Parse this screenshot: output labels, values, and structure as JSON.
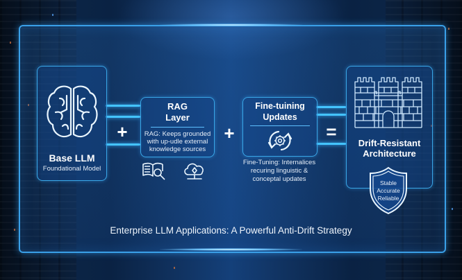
{
  "diagram": {
    "caption": "Enterprise LLM Applications: A Powerful Anti-Drift Strategy",
    "operators": {
      "plus_1": "+",
      "plus_2": "+",
      "equals": "="
    },
    "nodes": {
      "base_llm": {
        "icon": "brain-icon",
        "title": "Base LLM",
        "subtitle": "Foundational Model"
      },
      "rag_layer": {
        "title_line1": "RAG",
        "title_line2": "Layer",
        "description_line1": "RAG: Keeps grounded",
        "description_line2": "with up-udle external",
        "description_line3": "knowledge sources",
        "icons": [
          "book-search-icon",
          "cloud-sync-icon"
        ]
      },
      "fine_tuning": {
        "title_line1": "Fine-tuining",
        "title_line2": "Updates",
        "icon": "gear-refresh-icon",
        "description_line1": "Fine-Tuning: Internalices",
        "description_line2": "recuring linguistic &",
        "description_line3": "conceptal updates"
      },
      "drift_resistant": {
        "icon": "castle-icon",
        "title_line1": "Drift-Resistant",
        "title_line2": "Architecture",
        "shield": {
          "icon": "shield-icon",
          "line1": "Stable",
          "line2": "Accurate",
          "line3": "Reliable"
        }
      }
    },
    "colors": {
      "accent": "#3aa0e8",
      "glow": "#44c4ff",
      "background": "#0d2a52",
      "text": "#ffffff"
    }
  }
}
